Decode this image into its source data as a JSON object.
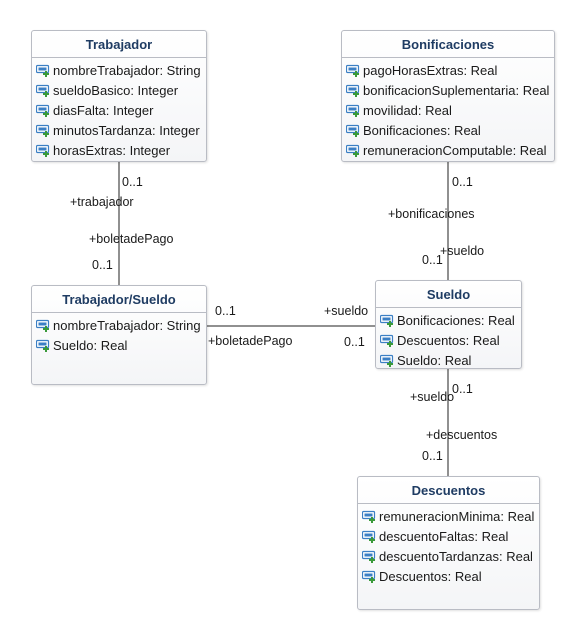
{
  "classes": {
    "trabajador": {
      "name": "Trabajador",
      "attributes": [
        "nombreTrabajador: String",
        "sueldoBasico: Integer",
        "diasFalta: Integer",
        "minutosTardanza: Integer",
        "horasExtras: Integer"
      ]
    },
    "bonificaciones": {
      "name": "Bonificaciones",
      "attributes": [
        "pagoHorasExtras: Real",
        "bonificacionSuplementaria: Real",
        "movilidad: Real",
        "Bonificaciones: Real",
        "remuneracionComputable: Real"
      ]
    },
    "trabajador_sueldo": {
      "name": "Trabajador/Sueldo",
      "attributes": [
        "nombreTrabajador: String",
        "Sueldo: Real"
      ]
    },
    "sueldo": {
      "name": "Sueldo",
      "attributes": [
        "Bonificaciones: Real",
        "Descuentos: Real",
        "Sueldo: Real"
      ]
    },
    "descuentos": {
      "name": "Descuentos",
      "attributes": [
        "remuneracionMinima: Real",
        "descuentoFaltas: Real",
        "descuentoTardanzas: Real",
        "Descuentos: Real"
      ]
    }
  },
  "associations": {
    "trabajador_boleta": {
      "mult_top": "0..1",
      "role_top": "+trabajador",
      "role_bottom": "+boletadePago",
      "mult_bottom": "0..1"
    },
    "bonificaciones_sueldo": {
      "mult_top": "0..1",
      "role_top": "+bonificaciones",
      "role_bottom": "+sueldo",
      "mult_bottom": "0..1"
    },
    "boleta_sueldo": {
      "mult_left": "0..1",
      "role_left": "+boletadePago",
      "role_right": "+sueldo",
      "mult_right": "0..1"
    },
    "sueldo_descuentos": {
      "mult_top": "0..1",
      "role_top": "+sueldo",
      "role_bottom": "+descuentos",
      "mult_bottom": "0..1"
    }
  },
  "colors": {
    "title": "#1f3c63",
    "border": "#b9bcc4",
    "icon_body": "#3b7fc4",
    "icon_plus": "#3a9a3a"
  }
}
